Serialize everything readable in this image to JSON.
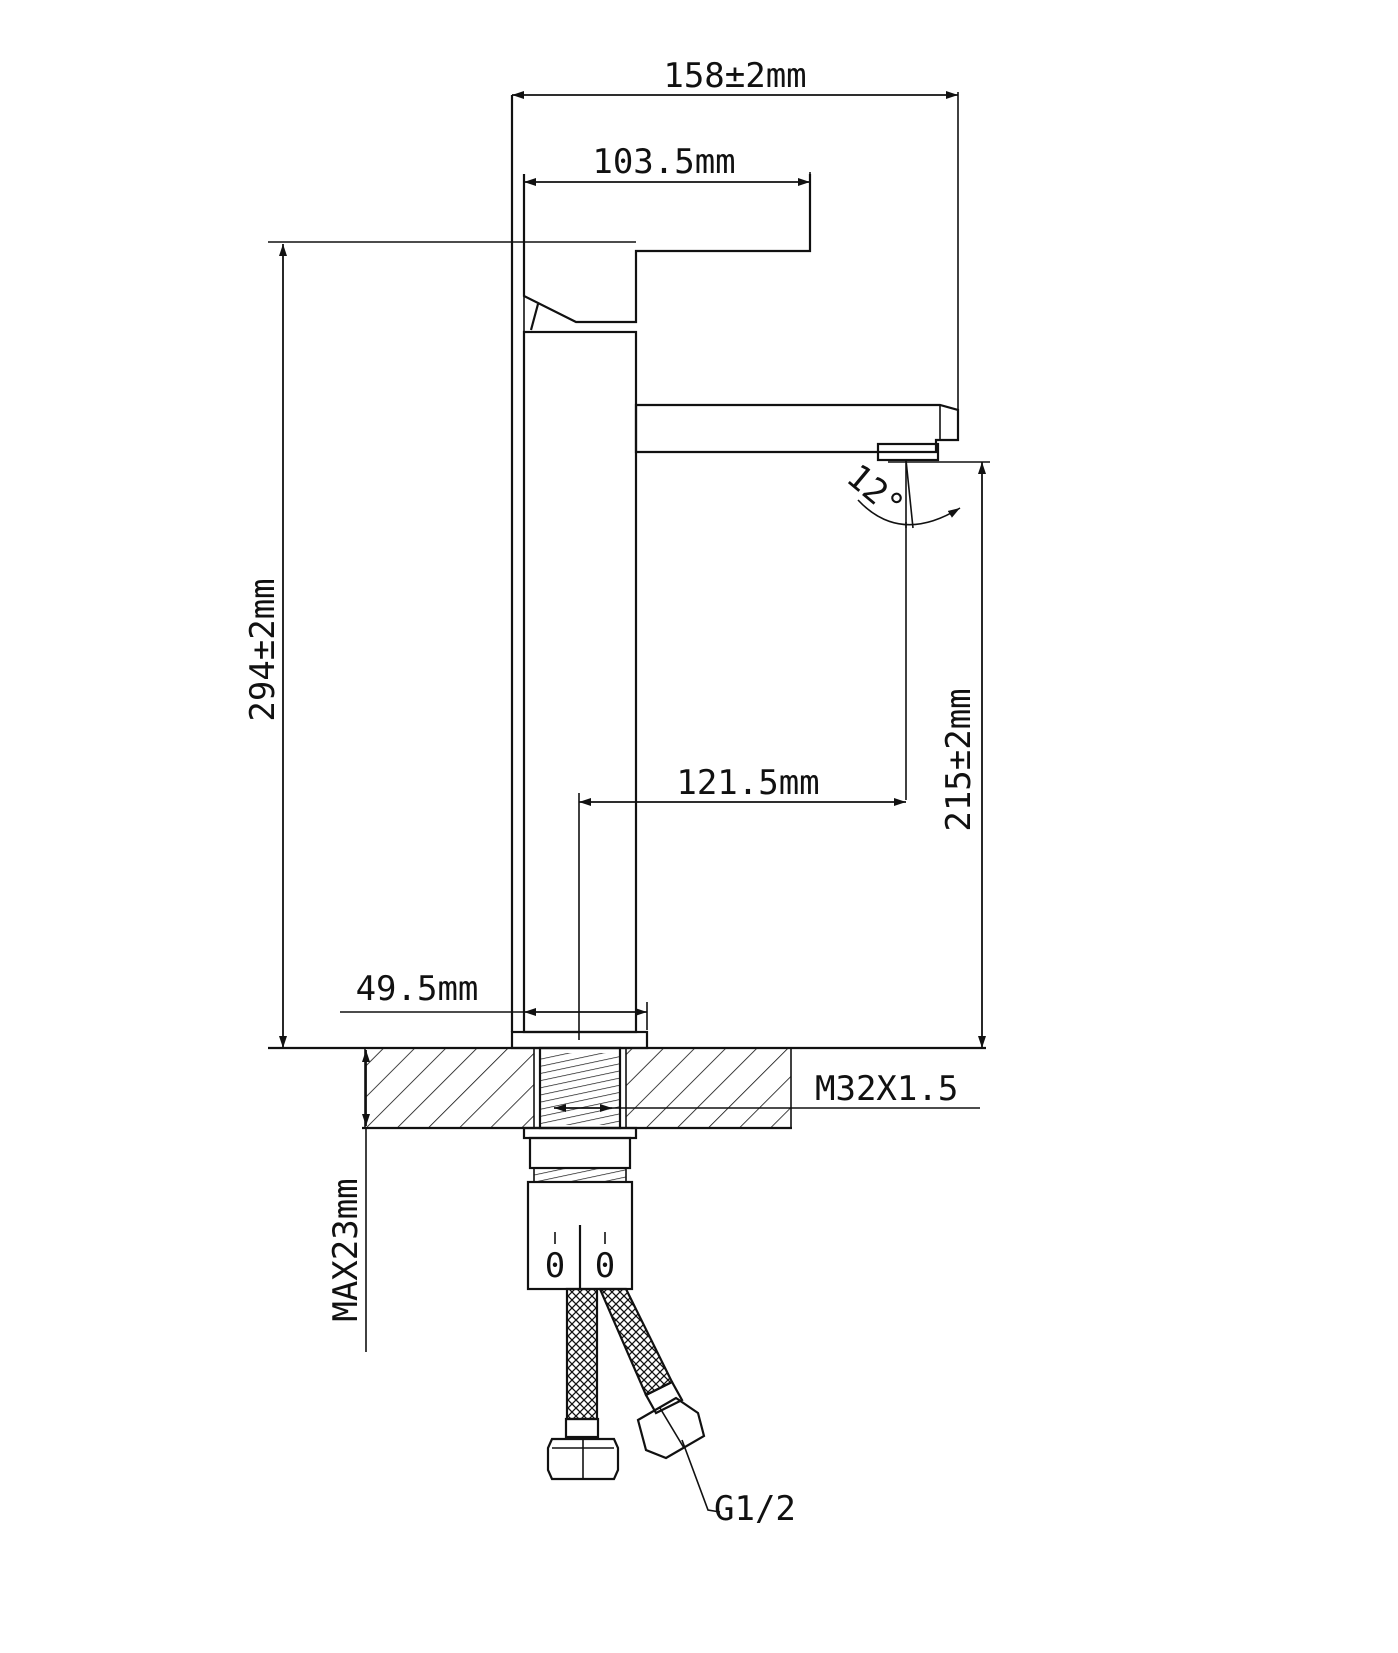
{
  "dimensions": {
    "overall_width": "158±2mm",
    "handle_length": "103.5mm",
    "overall_height": "294±2mm",
    "spout_height": "215±2mm",
    "spout_reach": "121.5mm",
    "body_width": "49.5mm",
    "max_deck_thickness": "MAX23mm"
  },
  "annotations": {
    "angle": "12°",
    "thread": "M32X1.5",
    "connection": "G1/2",
    "valve_mark_left": "0",
    "valve_mark_right": "0"
  }
}
